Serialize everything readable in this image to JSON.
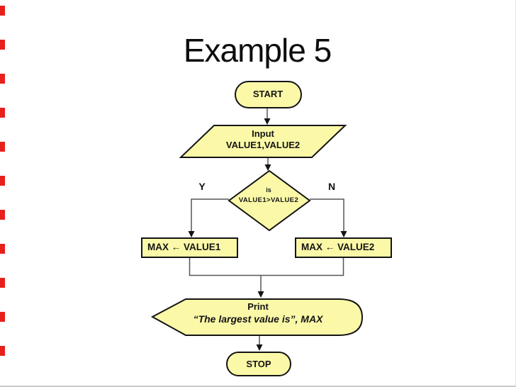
{
  "slide": {
    "title": "Example 5"
  },
  "flowchart": {
    "start": {
      "label": "START",
      "type": "terminator"
    },
    "input": {
      "line1": "Input",
      "line2": "VALUE1,VALUE2",
      "type": "parallelogram"
    },
    "decision": {
      "line1": "is",
      "line2": "VALUE1>VALUE2",
      "type": "diamond",
      "branch_yes": "Y",
      "branch_no": "N"
    },
    "assign_left": {
      "label": "MAX ← VALUE1",
      "type": "process"
    },
    "assign_right": {
      "label": "MAX ← VALUE2",
      "type": "process"
    },
    "print": {
      "line1": "Print",
      "line2": "“The largest value is”, MAX",
      "type": "display"
    },
    "stop": {
      "label": "STOP",
      "type": "terminator"
    }
  },
  "colors": {
    "shape_fill": "#fbf9a8",
    "shape_border": "#141414",
    "connector": "#565656",
    "edge_mark_red": "#e8201c",
    "text": "#141414",
    "background": "#ffffff"
  }
}
